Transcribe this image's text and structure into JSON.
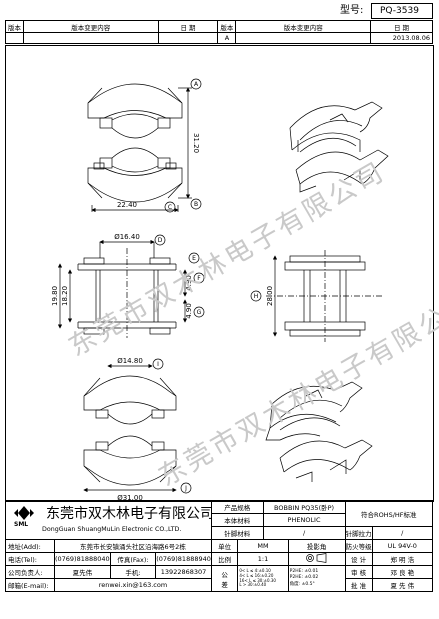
{
  "header": {
    "model_label": "型号:",
    "model_value": "PQ-3539"
  },
  "revision_table": {
    "col_version": "版本",
    "col_change": "版本变更内容",
    "col_date": "日 期",
    "rows": [
      {
        "version": "",
        "change": "",
        "date": "",
        "version2": "A",
        "change2": "",
        "date2": "2013.08.06"
      }
    ]
  },
  "dimensions": {
    "top_height": "31.20",
    "top_width": "22.40",
    "front_inner_dia": "Ø16.40",
    "front_height_outer": "19.80",
    "front_height_inner": "18.20",
    "front_offset_upper": "4.90",
    "front_offset_lower": "4.90",
    "side_height": "28.00",
    "bottom_inner_dia": "Ø14.80",
    "bottom_outer_dia": "Ø31.00",
    "markers": [
      "A",
      "B",
      "C",
      "D",
      "E",
      "F",
      "G",
      "H",
      "I",
      "J"
    ]
  },
  "watermark": "东莞市双木林电子有限公司",
  "title_block": {
    "company_cn": "东莞市双木林电子有限公司",
    "company_en": "DongGuan ShuangMuLin Electronic CO.,LTD.",
    "logo_text": "SML",
    "product_spec_label": "产品规格",
    "product_spec_value": "BOBBIN PQ35(卧P)",
    "body_material_label": "本体材料",
    "body_material_value": "PHENOLIC",
    "compliance": "符合ROHS/HF标准",
    "pin_material_label": "针脚材料",
    "pin_material_value": "/",
    "pin_pull_label": "针脚拉力",
    "pin_pull_value": "/",
    "address_label": "地址(Add):",
    "address_value": "东莞市长安镇涌头社区沿海路6号2栋",
    "unit_label": "单位",
    "unit_value": "MM",
    "projection_label": "投影角",
    "flammability_label": "防火等级",
    "flammability_value": "UL 94V-0",
    "tel_label": "电话(Tel):",
    "tel_value": "(0769)81888040",
    "fax_label": "传真(Fax):",
    "fax_value": "(0769)81888940",
    "scale_label": "比例",
    "scale_value": "1:1",
    "design_label": "设 计",
    "design_value": "郑 明 浩",
    "contact_label": "公司负责人:",
    "contact_value": "夏先伟",
    "mobile_label": "手机:",
    "mobile_value": "13922868307",
    "tolerance_label_1": "公",
    "tolerance_label_2": "差",
    "tol_lines": [
      "0< L ≤ 4:±0.10",
      "4< L ≤ 16:±0.20",
      "16< L ≤ 30:±0.30",
      "L > 30:±0.40"
    ],
    "angle_lines": [
      "P2HE: ±0.01",
      "P2HE: ±0.02",
      "角度: ±0.5°"
    ],
    "audit_label": "审 核",
    "audit_value": "邓 良 艳",
    "approve_label": "批 准",
    "approve_value": "夏 先 伟",
    "email_label": "邮箱(E-mail):",
    "email_value": "renwei.xin@163.com"
  }
}
